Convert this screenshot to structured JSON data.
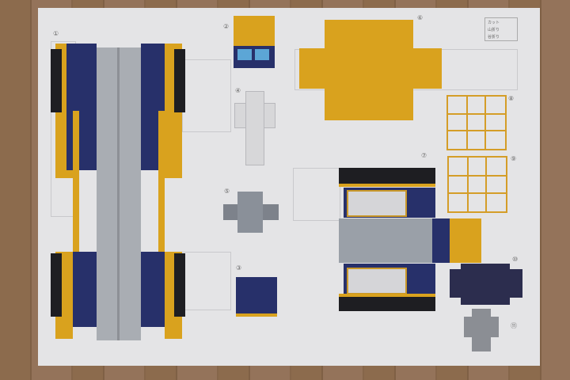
{
  "legend": {
    "cut": "カット",
    "mountain_fold": "山折り",
    "valley_fold": "谷折り"
  },
  "part_numbers": [
    "①",
    "②",
    "③",
    "④",
    "⑤",
    "⑥",
    "⑦",
    "⑧",
    "⑨",
    "⑩",
    "⑪"
  ],
  "colors": {
    "yellow": "#d9a21e",
    "navy": "#27306a",
    "grey": "#a9adb3",
    "paper": "#e4e4e6"
  }
}
